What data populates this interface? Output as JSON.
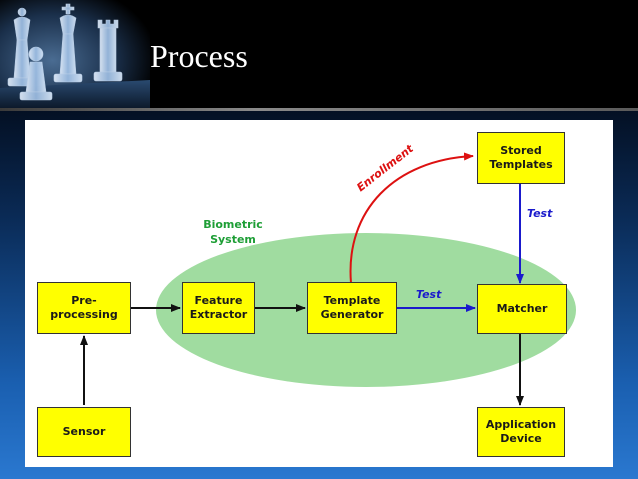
{
  "slide": {
    "title": "Process"
  },
  "diagram": {
    "system_label": "Biometric\nSystem",
    "nodes": {
      "preprocessing": "Pre-processing",
      "feature_extractor": "Feature\nExtractor",
      "template_generator": "Template\nGenerator",
      "matcher": "Matcher",
      "stored_templates": "Stored\nTemplates",
      "sensor": "Sensor",
      "application_device": "Application\nDevice"
    },
    "edge_labels": {
      "enrollment": "Enrollment",
      "test_generator_to_matcher": "Test",
      "test_stored_to_matcher": "Test"
    },
    "colors": {
      "node_fill": "#ffff00",
      "system_fill": "#a0dca0",
      "system_label": "#1e9e36",
      "enrollment_arrow": "#dd1111",
      "test_arrow": "#1a1acc",
      "flow_arrow": "#111111"
    }
  }
}
